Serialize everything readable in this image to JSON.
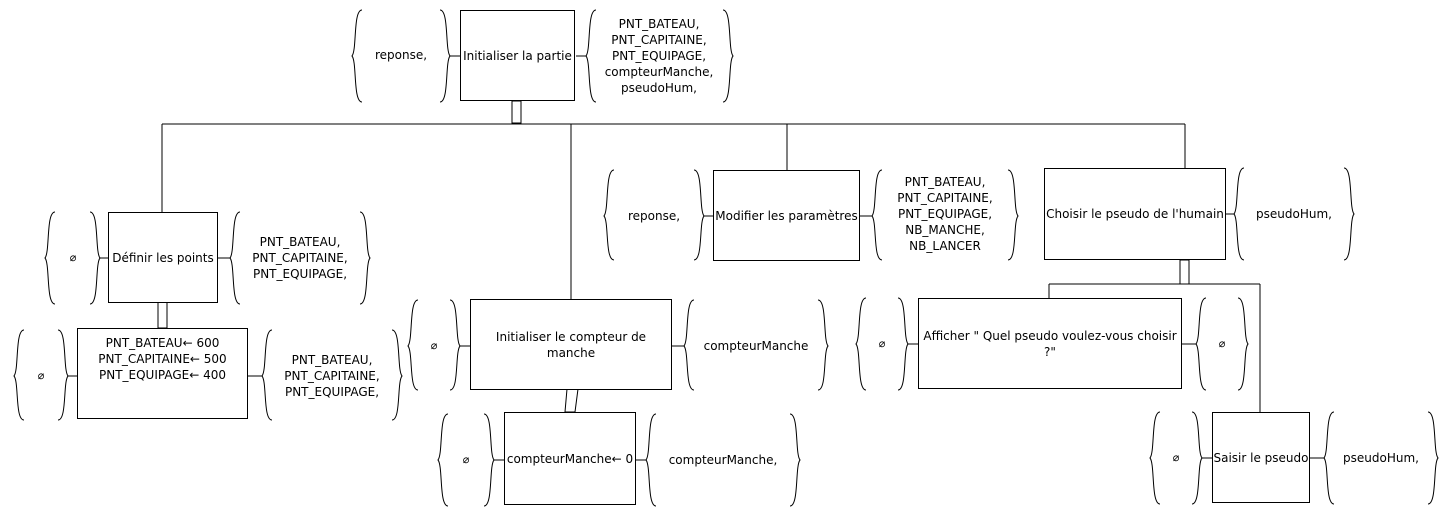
{
  "root": {
    "in": "reponse,",
    "label": "Initialiser la partie",
    "out": [
      "PNT_BATEAU,",
      "PNT_CAPITAINE,",
      "PNT_EQUIPAGE,",
      "compteurManche,",
      "pseudoHum,"
    ]
  },
  "definir": {
    "in": "⌀",
    "label": "Définir les points",
    "out": [
      "PNT_BATEAU,",
      "PNT_CAPITAINE,",
      "PNT_EQUIPAGE,"
    ]
  },
  "assign_points": {
    "in": "⌀",
    "lines": [
      "PNT_BATEAU← 600",
      "PNT_CAPITAINE← 500",
      "PNT_EQUIPAGE← 400"
    ],
    "out": [
      "PNT_BATEAU,",
      "PNT_CAPITAINE,",
      "PNT_EQUIPAGE,"
    ]
  },
  "init_compteur": {
    "in": "⌀",
    "label": "Initialiser le compteur de manche",
    "out": "compteurManche"
  },
  "assign_compteur": {
    "in": "⌀",
    "label": "compteurManche← 0",
    "out": "compteurManche,"
  },
  "modifier": {
    "in": "reponse,",
    "label": "Modifier les paramètres",
    "out": [
      "PNT_BATEAU,",
      "PNT_CAPITAINE,",
      "PNT_EQUIPAGE,",
      "NB_MANCHE,",
      "NB_LANCER"
    ]
  },
  "choisir": {
    "in": "",
    "label": "Choisir le pseudo de l'humain",
    "out": "pseudoHum,"
  },
  "afficher": {
    "in": "⌀",
    "label": "Afficher \" Quel pseudo voulez-vous choisir ?\"",
    "out": "⌀"
  },
  "saisir": {
    "in": "⌀",
    "label": "Saisir le pseudo",
    "out": "pseudoHum,"
  }
}
